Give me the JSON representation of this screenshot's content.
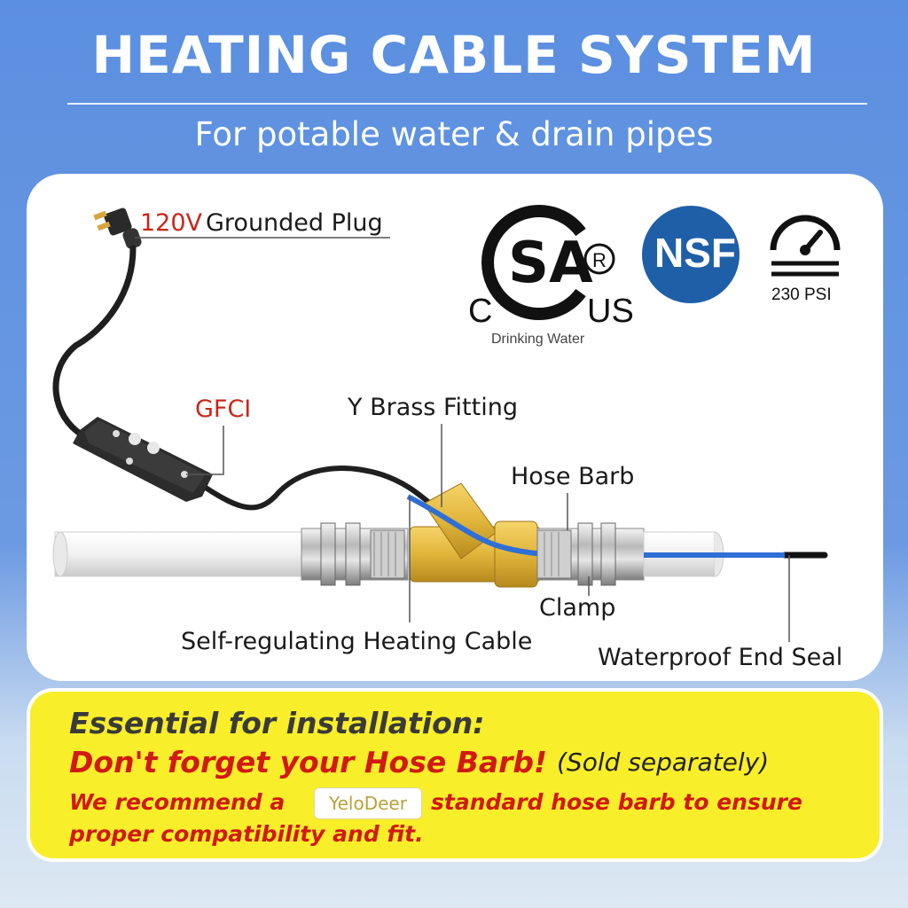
{
  "header": {
    "title": "HEATING CABLE SYSTEM",
    "subtitle": "For potable water & drain pipes"
  },
  "labels": {
    "plug_voltage": "120V",
    "plug_text": "Grounded Plug",
    "gfci": "GFCI",
    "y_fitting": "Y Brass Fitting",
    "hose_barb": "Hose Barb",
    "clamp": "Clamp",
    "heating_cable": "Self-regulating Heating Cable",
    "end_seal": "Waterproof End Seal"
  },
  "certifications": {
    "csa_c": "C",
    "csa_us": "US",
    "csa_note": "Drinking Water",
    "nsf": "NSF",
    "pressure": "230 PSI"
  },
  "note": {
    "line1": "Essential for installation:",
    "line2": "Don't forget your Hose Barb!",
    "line2_aside": "(Sold separately)",
    "line3_start": "We recommend a",
    "brand": "YeloDeer",
    "line3_end": "standard hose barb to ensure",
    "line4": "proper compatibility and fit."
  },
  "colors": {
    "background": "#5b8fe0",
    "accent_red": "#c9271b",
    "note_yellow": "#f8ee2a",
    "nsf_blue": "#1f5fa8",
    "brass": "#e0b53a",
    "cable_blue": "#2f6fd6"
  }
}
